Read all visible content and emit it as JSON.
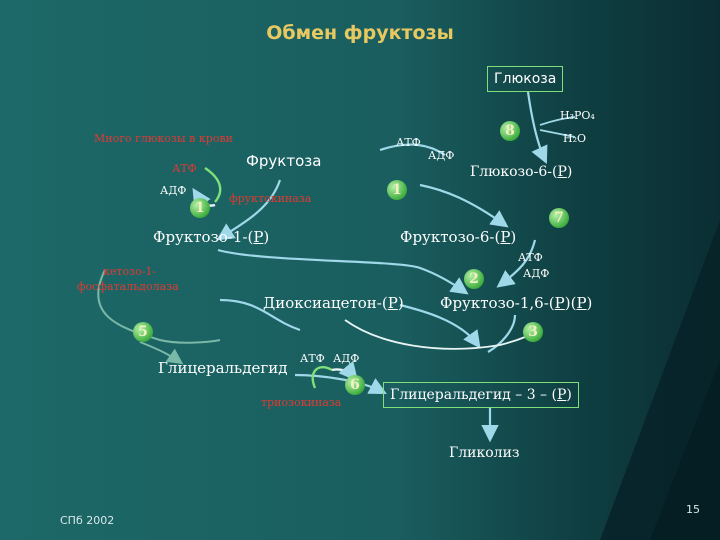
{
  "title": "Обмен фруктозы",
  "nodes": {
    "glucose": "Глюкоза",
    "glucose6p_pre": "Глюкозо-6-(",
    "glucose6p_p": "Р",
    "glucose6p_post": ")",
    "fructose": "Фруктоза",
    "fructose1p_pre": "Фруктозо-1-(",
    "fructose1p_p": "Р",
    "fructose1p_post": ")",
    "fructose6p_pre": "Фруктозо-6-(",
    "fructose6p_p": "Р",
    "fructose6p_post": ")",
    "dhap_pre": "Диоксиацетон-(",
    "dhap_p": "Р",
    "dhap_post": ")",
    "f16bp_pre": "Фруктозо-1,6-(",
    "f16bp_p1": "Р",
    "f16bp_mid": ")(",
    "f16bp_p2": "Р",
    "f16bp_post": ")",
    "glyceraldehyde": "Глицеральдегид",
    "g3p_pre": "Глицеральдегид – 3 – (",
    "g3p_p": "Р",
    "g3p_post": ")",
    "glycolysis": "Гликолиз"
  },
  "labels": {
    "high_glucose": "Много глюкозы в крови",
    "fructokinase": "фруктокиназа",
    "aldolase_line1": "кетозо-1-",
    "aldolase_line2": "фосфатальдолаза",
    "triokinase": "триозокиназа",
    "atp": "АТФ",
    "adp": "АДФ",
    "h3po4": "H₃PO₄",
    "h2o": "H₂O"
  },
  "steps": [
    "1",
    "2",
    "3",
    "5",
    "6",
    "7",
    "8",
    "1"
  ],
  "footer": {
    "left": "СПб 2002",
    "page": "15"
  },
  "colors": {
    "title": "#e8c860",
    "arrow": "#9fd8e8",
    "node_border": "#7fe07a",
    "red": "#e03a32",
    "step": "#3fae3f"
  }
}
